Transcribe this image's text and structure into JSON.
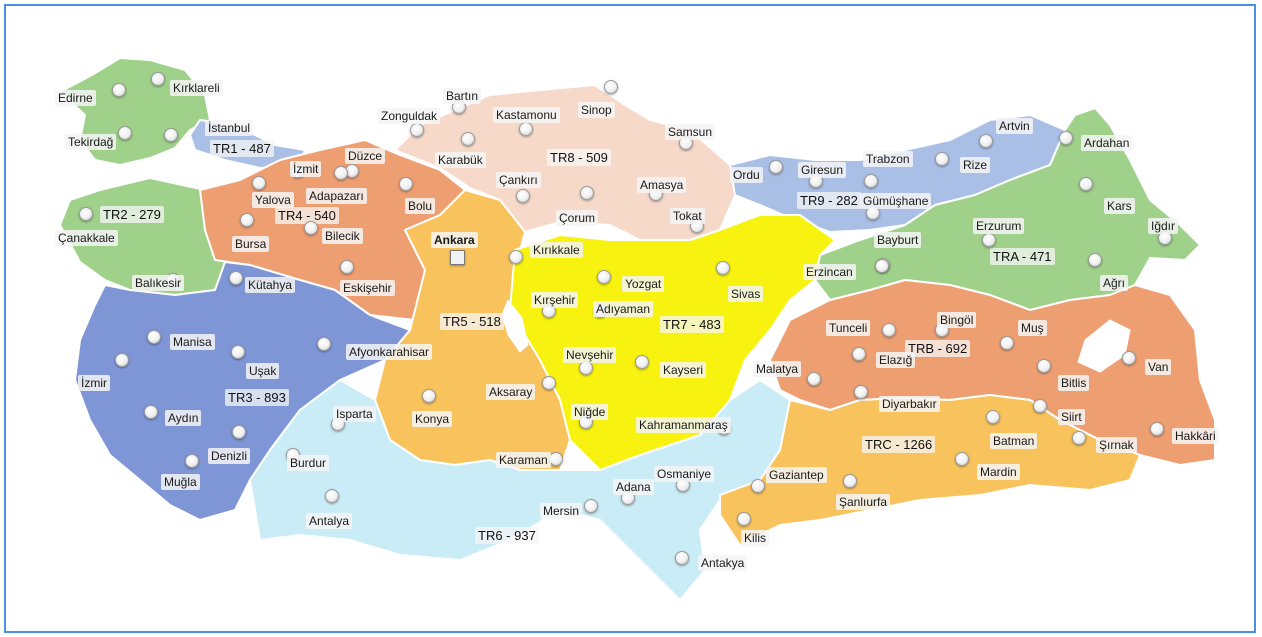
{
  "colors": {
    "TR1": "#a9bfe6",
    "TR2": "#9fd18a",
    "TR3": "#7e96d6",
    "TR4": "#ee9f72",
    "TR5": "#f8c35c",
    "TR6": "#c9ecf7",
    "TR7": "#f7f20f",
    "TR8": "#f6d9c8",
    "TR9": "#a9bfe6",
    "TRA": "#9fd18a",
    "TRB": "#ee9f72",
    "TRC": "#f8c35c",
    "frame": "#4a90e2"
  },
  "regions": [
    {
      "id": "TR1",
      "label": "TR1 - 487"
    },
    {
      "id": "TR2",
      "label": "TR2 -  279"
    },
    {
      "id": "TR3",
      "label": "TR3 - 893"
    },
    {
      "id": "TR4",
      "label": "TR4 - 540"
    },
    {
      "id": "TR5",
      "label": "TR5 - 518"
    },
    {
      "id": "TR6",
      "label": "TR6 - 937"
    },
    {
      "id": "TR7",
      "label": "TR7 - 483"
    },
    {
      "id": "TR8",
      "label": "TR8 - 509"
    },
    {
      "id": "TR9",
      "label": "TR9 - 282"
    },
    {
      "id": "TRA",
      "label": "TRA -  471"
    },
    {
      "id": "TRB",
      "label": "TRB - 692"
    },
    {
      "id": "TRC",
      "label": "TRC - 1266"
    }
  ],
  "cities": [
    "Edirne",
    "Kırklareli",
    "Tekirdağ",
    "İstanbul",
    "Çanakkale",
    "Balıkesir",
    "Yalova",
    "İzmit",
    "Düzce",
    "Adapazarı",
    "Bolu",
    "Bursa",
    "Bilecik",
    "Eskişehir",
    "Kütahya",
    "Zonguldak",
    "Bartın",
    "Karabük",
    "Kastamonu",
    "Sinop",
    "Çankırı",
    "Çorum",
    "Samsun",
    "Amasya",
    "Tokat",
    "Ankara",
    "Kırıkkale",
    "Konya",
    "Karaman",
    "Manisa",
    "İzmir",
    "Uşak",
    "Afyonkarahisar",
    "Aydın",
    "Denizli",
    "Muğla",
    "Isparta",
    "Burdur",
    "Antalya",
    "Mersin",
    "Adana",
    "Osmaniye",
    "Antakya",
    "Kırşehir",
    "Yozgat",
    "Adıyaman",
    "Sivas",
    "Nevşehir",
    "Kayseri",
    "Aksaray",
    "Niğde",
    "Kahramanmaraş",
    "Ordu",
    "Giresun",
    "Trabzon",
    "Gümüşhane",
    "Rize",
    "Artvin",
    "Bayburt",
    "Ardahan",
    "Kars",
    "Iğdır",
    "Erzurum",
    "Ağrı",
    "Erzincan",
    "Tunceli",
    "Bingöl",
    "Elazığ",
    "Malatya",
    "Muş",
    "Van",
    "Bitlis",
    "Hakkâri",
    "Diyarbakır",
    "Siirt",
    "Batman",
    "Şırnak",
    "Mardin",
    "Gaziantep",
    "Şanlıurfa",
    "Kilis"
  ]
}
